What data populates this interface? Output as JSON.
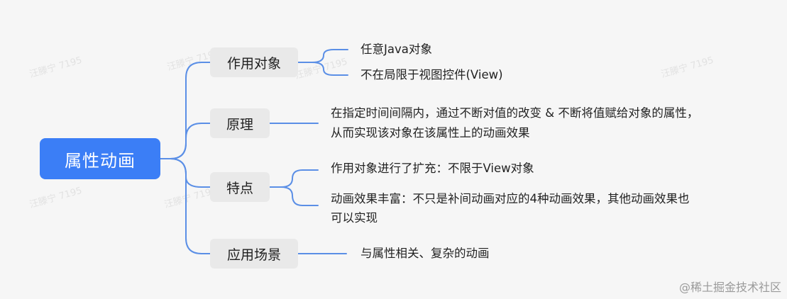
{
  "root": {
    "label": "属性动画"
  },
  "branches": [
    {
      "label": "作用对象",
      "leaves": [
        "任意Java对象",
        "不在局限于视图控件(View)"
      ]
    },
    {
      "label": "原理",
      "leaves": [
        "在指定时间间隔内，通过不断对值的改变 & 不断将值赋给对象的属性，",
        "从而实现该对象在该属性上的动画效果"
      ]
    },
    {
      "label": "特点",
      "leaves": [
        "作用对象进行了扩充：不限于View对象",
        "动画效果丰富：不只是补间动画对应的4种动画效果，其他动画效果也",
        "可以实现"
      ]
    },
    {
      "label": "应用场景",
      "leaves": [
        "与属性相关、复杂的动画"
      ]
    }
  ],
  "watermark": {
    "text": "汪滕宁 7195"
  },
  "credit": {
    "text": "@稀土掘金技术社区"
  },
  "colors": {
    "root_fill": "#3b7ef6",
    "branch_fill": "#e9e9e9",
    "connector": "#5b8fe6",
    "background": "#f6f6f6"
  }
}
